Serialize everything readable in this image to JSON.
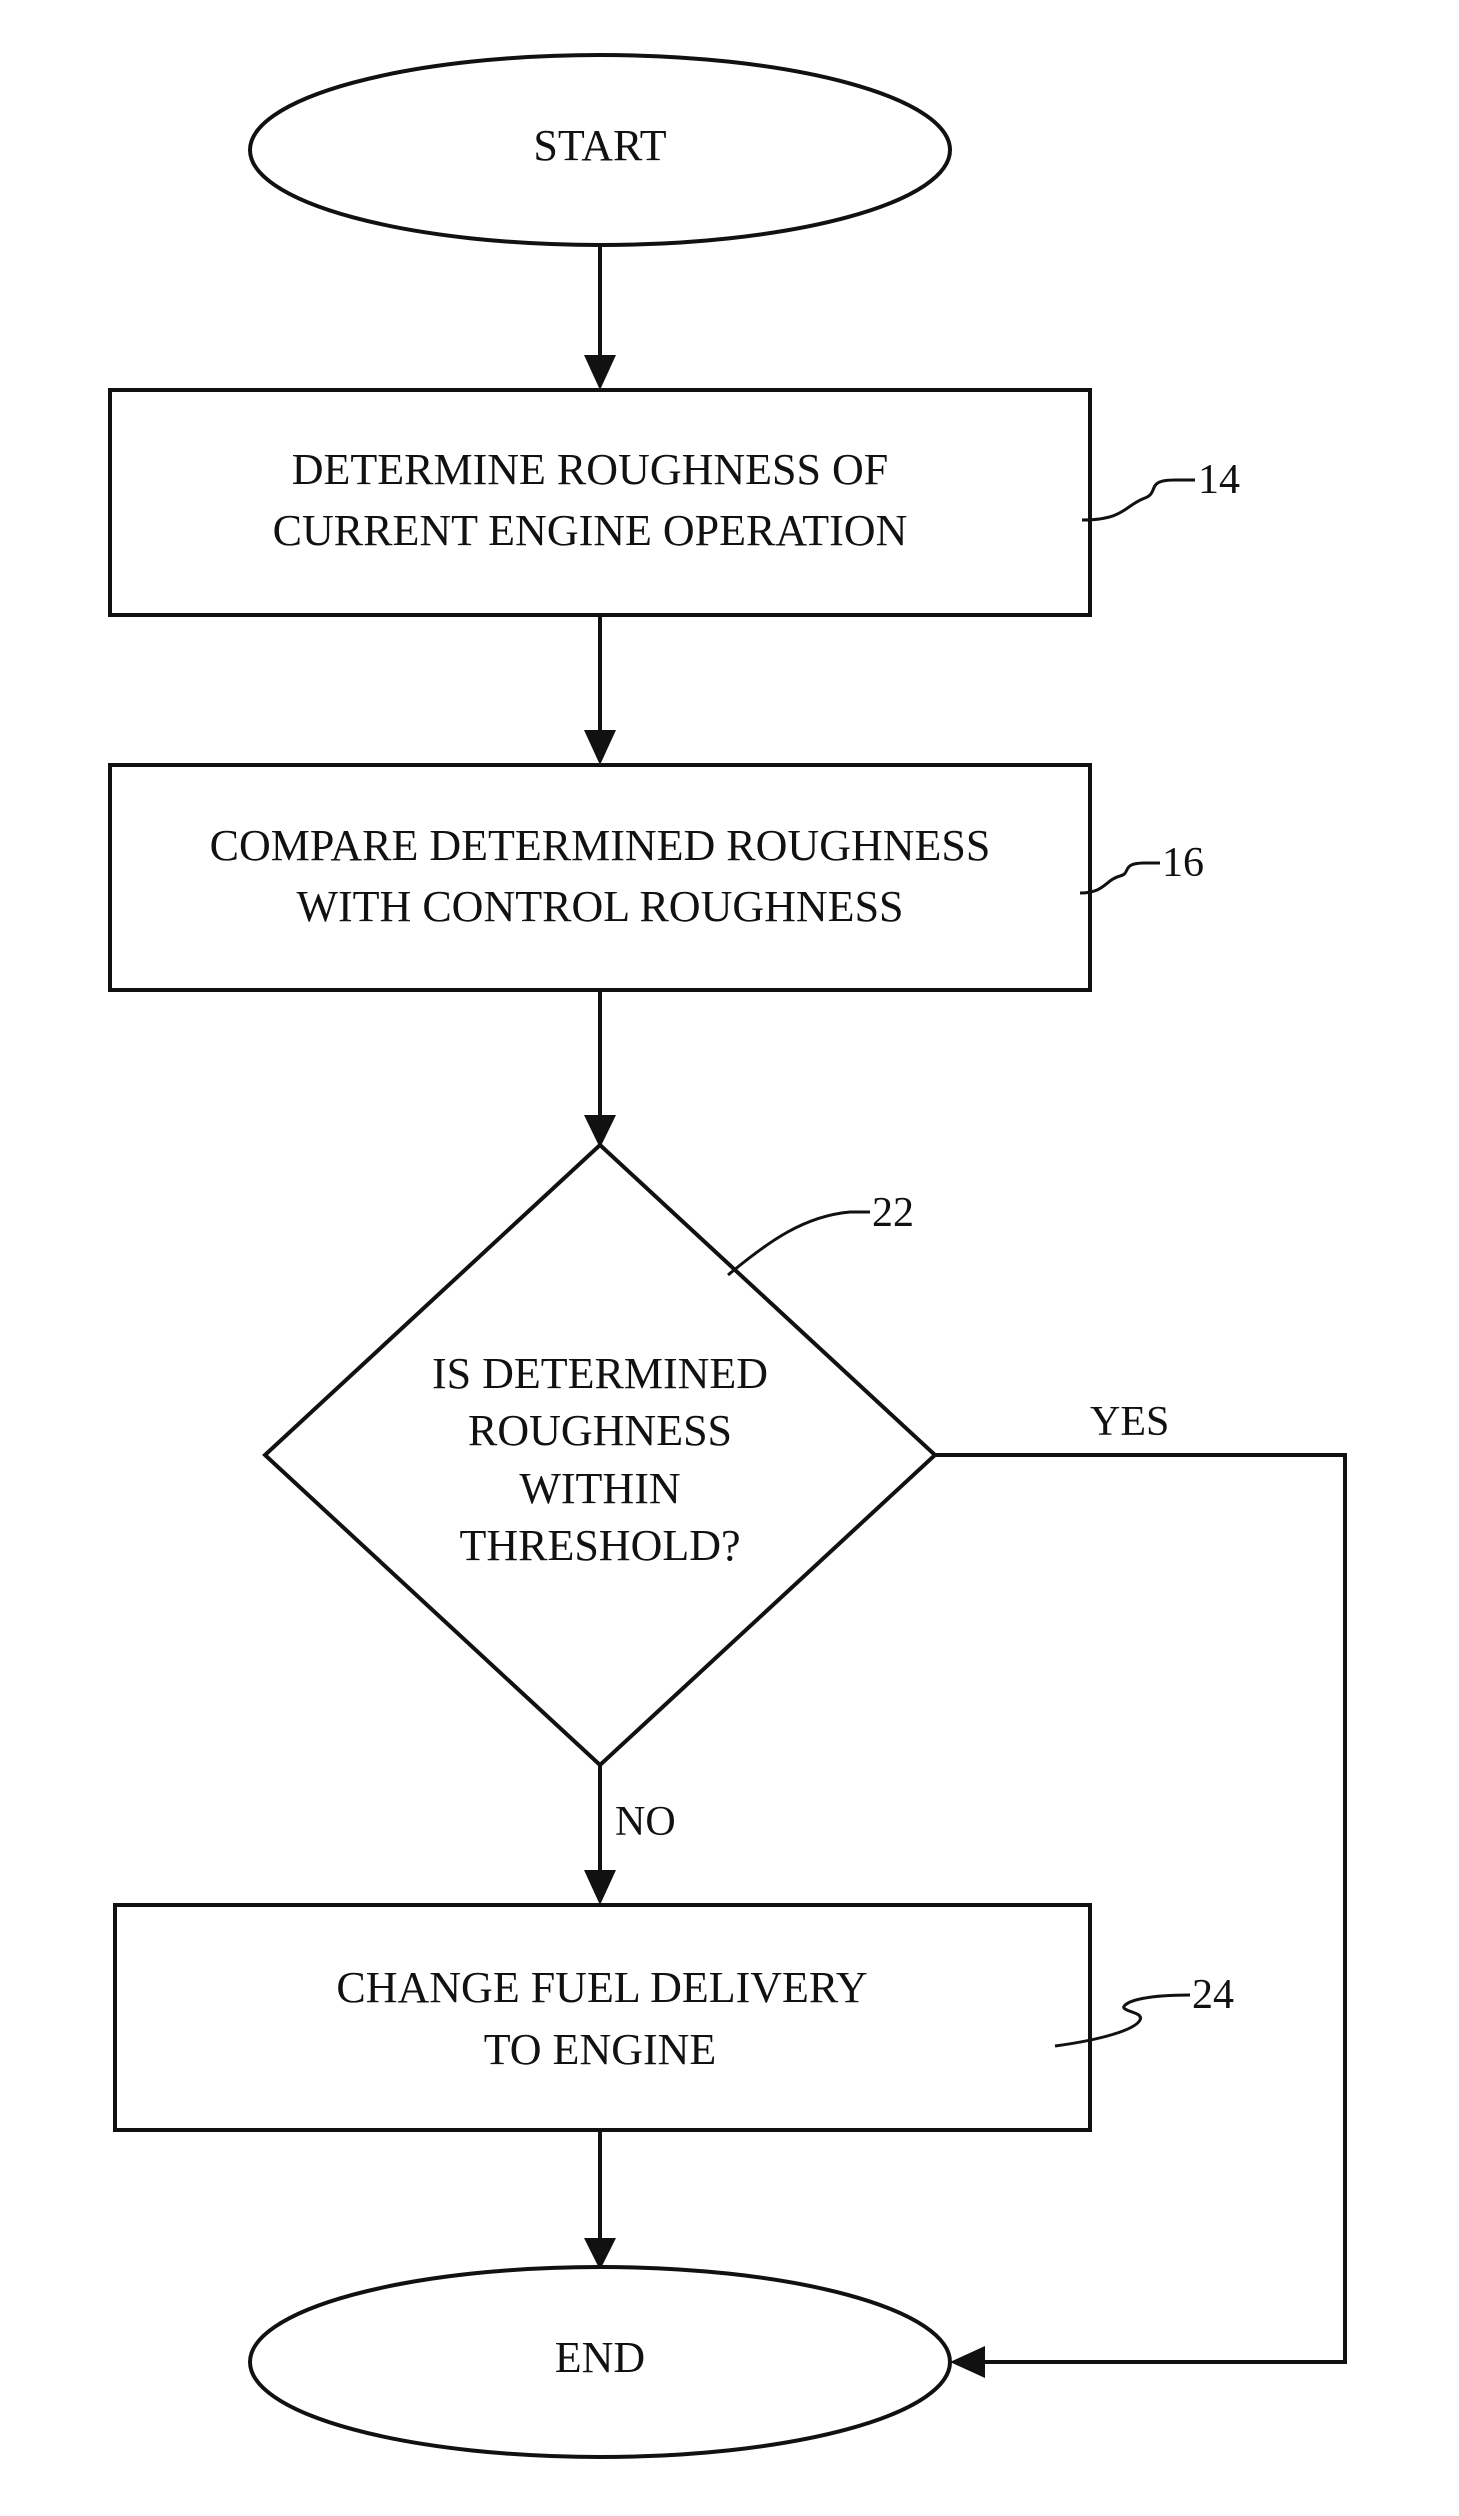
{
  "flowchart": {
    "start": {
      "label": "START"
    },
    "step_14": {
      "lines": [
        "DETERMINE ROUGHNESS OF",
        "CURRENT ENGINE OPERATION"
      ],
      "ref": "14"
    },
    "step_16": {
      "lines": [
        "COMPARE DETERMINED ROUGHNESS",
        "WITH CONTROL ROUGHNESS"
      ],
      "ref": "16"
    },
    "decision_22": {
      "lines": [
        "IS DETERMINED",
        "ROUGHNESS",
        "WITHIN",
        "THRESHOLD?"
      ],
      "ref": "22",
      "yes_label": "YES",
      "no_label": "NO"
    },
    "step_24": {
      "lines": [
        "CHANGE FUEL DELIVERY",
        "TO ENGINE"
      ],
      "ref": "24"
    },
    "end": {
      "label": "END"
    }
  }
}
